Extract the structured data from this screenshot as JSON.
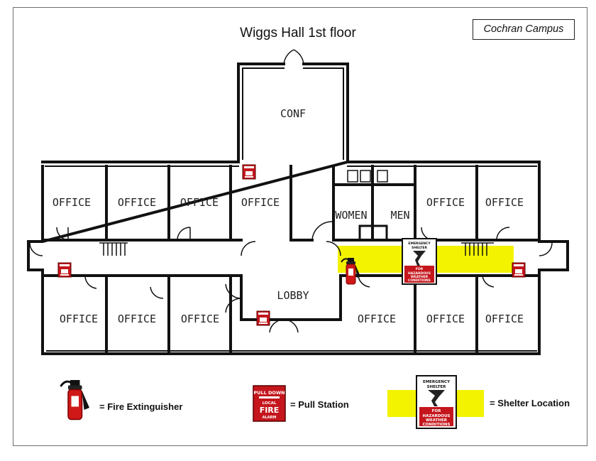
{
  "map": {
    "title": "Wiggs Hall 1st floor",
    "campus": "Cochran Campus",
    "rooms": {
      "conf": "CONF",
      "lobby": "LOBBY",
      "women": "WOMEN",
      "men": "MEN",
      "office": "OFFICE"
    },
    "signs": {
      "pull_station": [
        "PULL DOWN",
        "LOCAL",
        "FIRE",
        "ALARM"
      ],
      "shelter": [
        "EMERGENCY",
        "SHELTER",
        "FOR",
        "HAZARDOUS",
        "WEATHER",
        "CONDITIONS"
      ]
    }
  },
  "legend": {
    "fire_extinguisher": "= Fire Extinguisher",
    "pull_station": "= Pull Station",
    "shelter_location": "= Shelter Location"
  },
  "colors": {
    "shelter_highlight": "#f3f300",
    "extinguisher": "#d01818",
    "pull_station": "#c4161c",
    "walls": "#111111"
  },
  "icons": [
    "fire-extinguisher-icon",
    "pull-station-icon",
    "emergency-shelter-sign-icon"
  ]
}
